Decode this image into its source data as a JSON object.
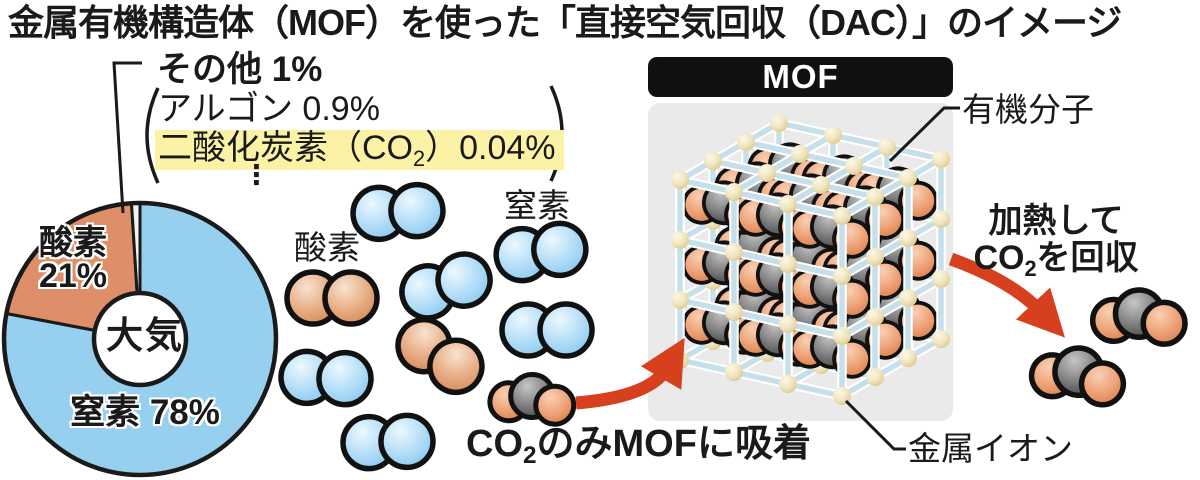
{
  "title": "金属有機構造体（MOF）を使った「直接空気回収（DAC）」のイメージ",
  "chart_data": {
    "type": "pie",
    "center_label": "大気",
    "labels": [
      "窒素",
      "酸素",
      "その他"
    ],
    "values": [
      78,
      21,
      1
    ],
    "unit": "%",
    "colors": [
      "#97CFEF",
      "#DE8E68",
      "#F2F2F2"
    ],
    "display_labels": {
      "nitrogen": "窒素 78%",
      "oxygen_name": "酸素",
      "oxygen_value": "21%"
    },
    "other_breakdown": {
      "other_label": "その他 1%",
      "argon_label": "アルゴン 0.9%",
      "co2_label_parts": [
        "二酸化炭素（CO",
        "2",
        "）0.04%"
      ],
      "continuation_dots": "⋮"
    }
  },
  "air_section": {
    "oxygen_molecule_label": "酸素",
    "nitrogen_molecule_label": "窒素"
  },
  "adsorption_caption_parts": [
    "CO",
    "2",
    "のみMOFに吸着"
  ],
  "mof_panel": {
    "header": "MOF",
    "organic_label": "有機分子",
    "metal_label": "金属イオン"
  },
  "heat_caption": {
    "line1": "加熱して",
    "line2_parts": [
      "CO",
      "2",
      "を回収"
    ]
  },
  "palette": {
    "pie_nitrogen": "#97CFEF",
    "pie_oxygen": "#DE8E68",
    "pie_other": "#F2F2F2",
    "highlight_yellow": "#FBF2A6",
    "arrow_red": "#D7401E",
    "panel_gray": "#EAEAEA",
    "header_black": "#111111",
    "molecule_blue": "#A8D9F7",
    "molecule_orange": "#EBB68F",
    "co2_gray": "#8E8E8E",
    "co2_orange": "#EDA276",
    "lattice_rod": "#C6E0EB",
    "lattice_node": "#F0E5BE"
  }
}
